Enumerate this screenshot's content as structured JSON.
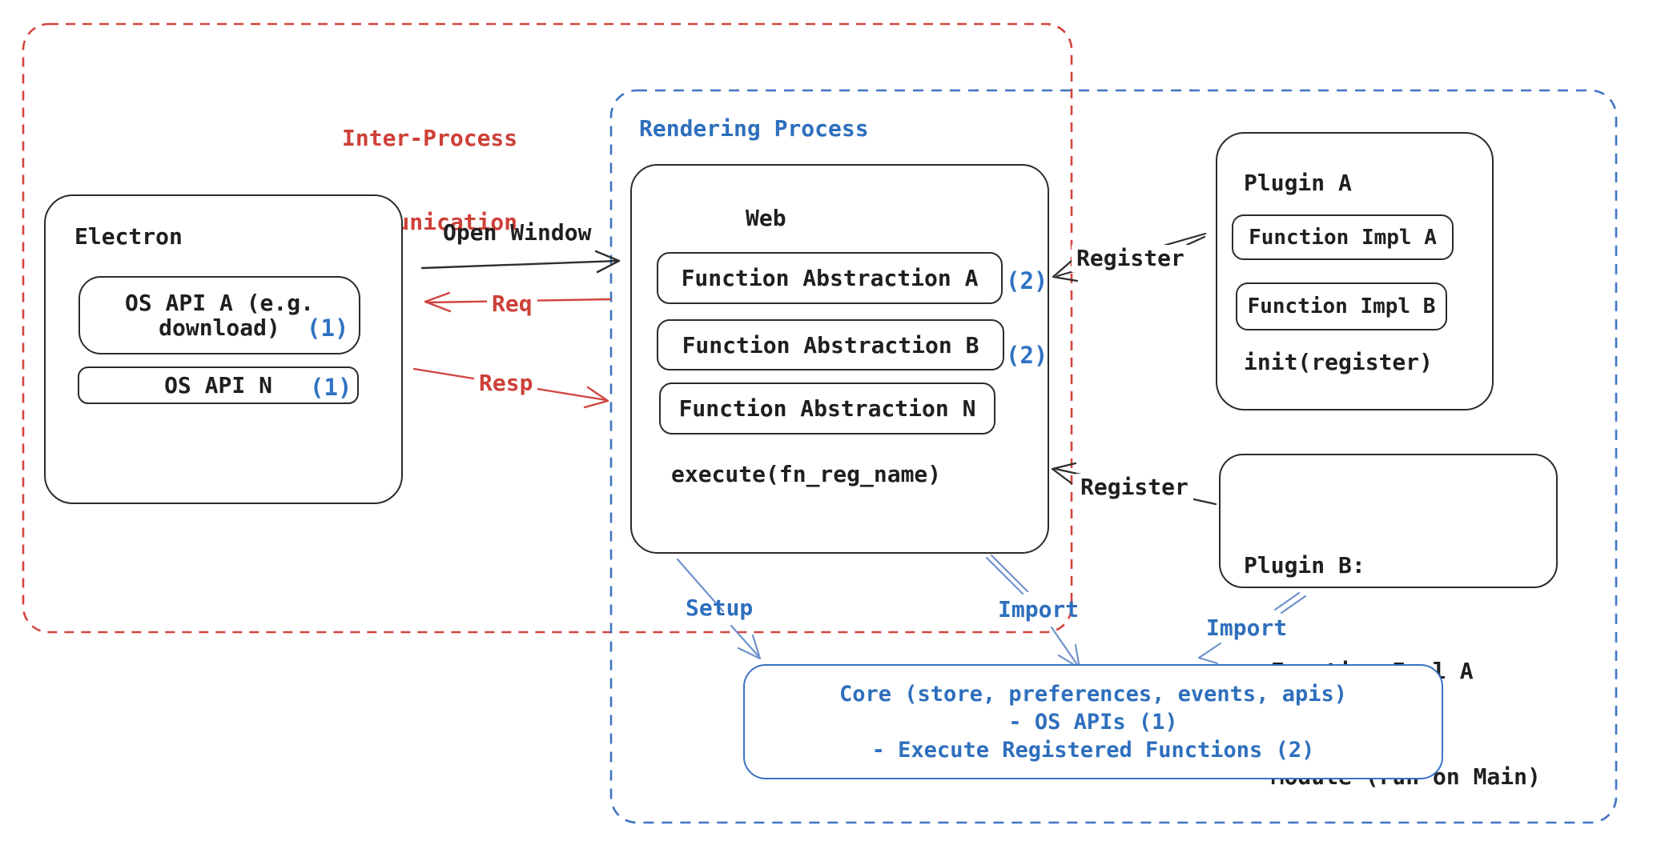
{
  "colors": {
    "accent_red": "#cd4038",
    "accent_blue": "#2e6fbd",
    "blue_border": "#3f74c4",
    "blue_arrow": "#6e92cc",
    "stroke_black": "#2b2b2b"
  },
  "regions": {
    "ipc": {
      "label_line1": "Inter-Process",
      "label_line2": "Communication"
    },
    "rendering": {
      "label": "Rendering Process"
    }
  },
  "electron": {
    "title": "Electron",
    "os_api_a": {
      "line1": "OS API A (e.g.",
      "line2": "download)",
      "badge": "(1)"
    },
    "os_api_n": {
      "label": "OS API N",
      "badge": "(1)"
    }
  },
  "web": {
    "title": "Web",
    "items": [
      {
        "label": "Function Abstraction A",
        "badge": "(2)"
      },
      {
        "label": "Function Abstraction B",
        "badge": "(2)"
      },
      {
        "label": "Function Abstraction N"
      }
    ],
    "footer": "execute(fn_reg_name)"
  },
  "plugin_a": {
    "title": "Plugin A",
    "impl_a": "Function Impl A",
    "impl_b": "Function Impl B",
    "footer": "init(register)"
  },
  "plugin_b": {
    "title": "Plugin B:",
    "line1": "- Function Impl A",
    "line2": "- Module (run on Main)"
  },
  "core": {
    "line1": "Core (store, preferences, events, apis)",
    "line2": "- OS APIs (1)",
    "line3": "- Execute Registered Functions (2)"
  },
  "arrows": {
    "open_window": "Open Window",
    "req": "Req",
    "resp": "Resp",
    "register_top": "Register",
    "register_bottom": "Register",
    "setup": "Setup",
    "import_left": "Import",
    "import_right": "Import"
  }
}
